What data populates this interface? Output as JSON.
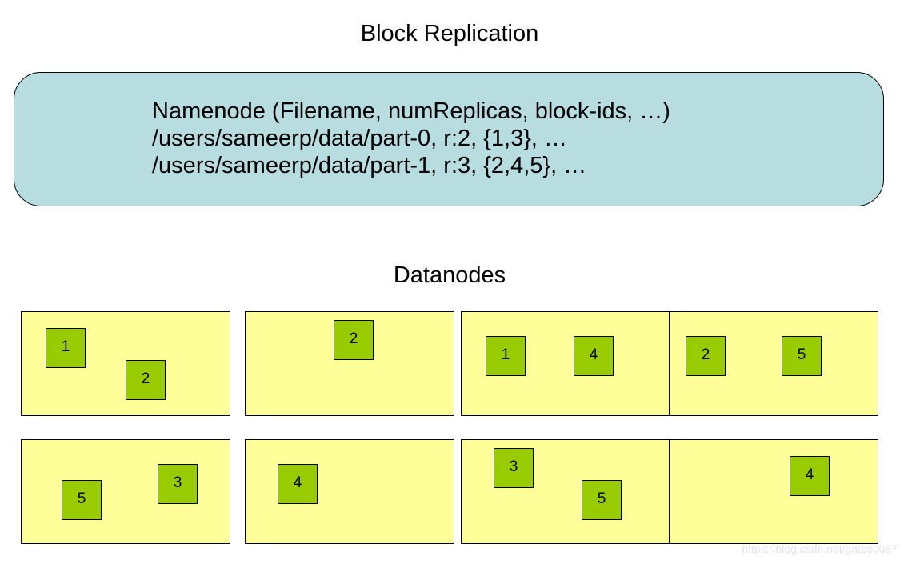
{
  "title": "Block Replication",
  "namenode": {
    "lines": [
      "Namenode (Filename, numReplicas, block-ids, …)",
      "/users/sameerp/data/part-0, r:2, {1,3}, …",
      "/users/sameerp/data/part-1, r:3, {2,4,5}, …"
    ]
  },
  "datanodes_label": "Datanodes",
  "datanodes": [
    {
      "blocks": [
        "1",
        "2"
      ]
    },
    {
      "blocks": [
        "2"
      ]
    },
    {
      "blocks": [
        "1",
        "4"
      ]
    },
    {
      "blocks": [
        "2",
        "5"
      ]
    },
    {
      "blocks": [
        "5",
        "3"
      ]
    },
    {
      "blocks": [
        "4"
      ]
    },
    {
      "blocks": [
        "3",
        "5"
      ]
    },
    {
      "blocks": [
        "4"
      ]
    }
  ],
  "watermark": "https://blog.csdn.net/gates0087",
  "colors": {
    "namenode_fill": "#b8dde1",
    "datanode_fill": "#ffff99",
    "block_fill": "#99cc00"
  }
}
